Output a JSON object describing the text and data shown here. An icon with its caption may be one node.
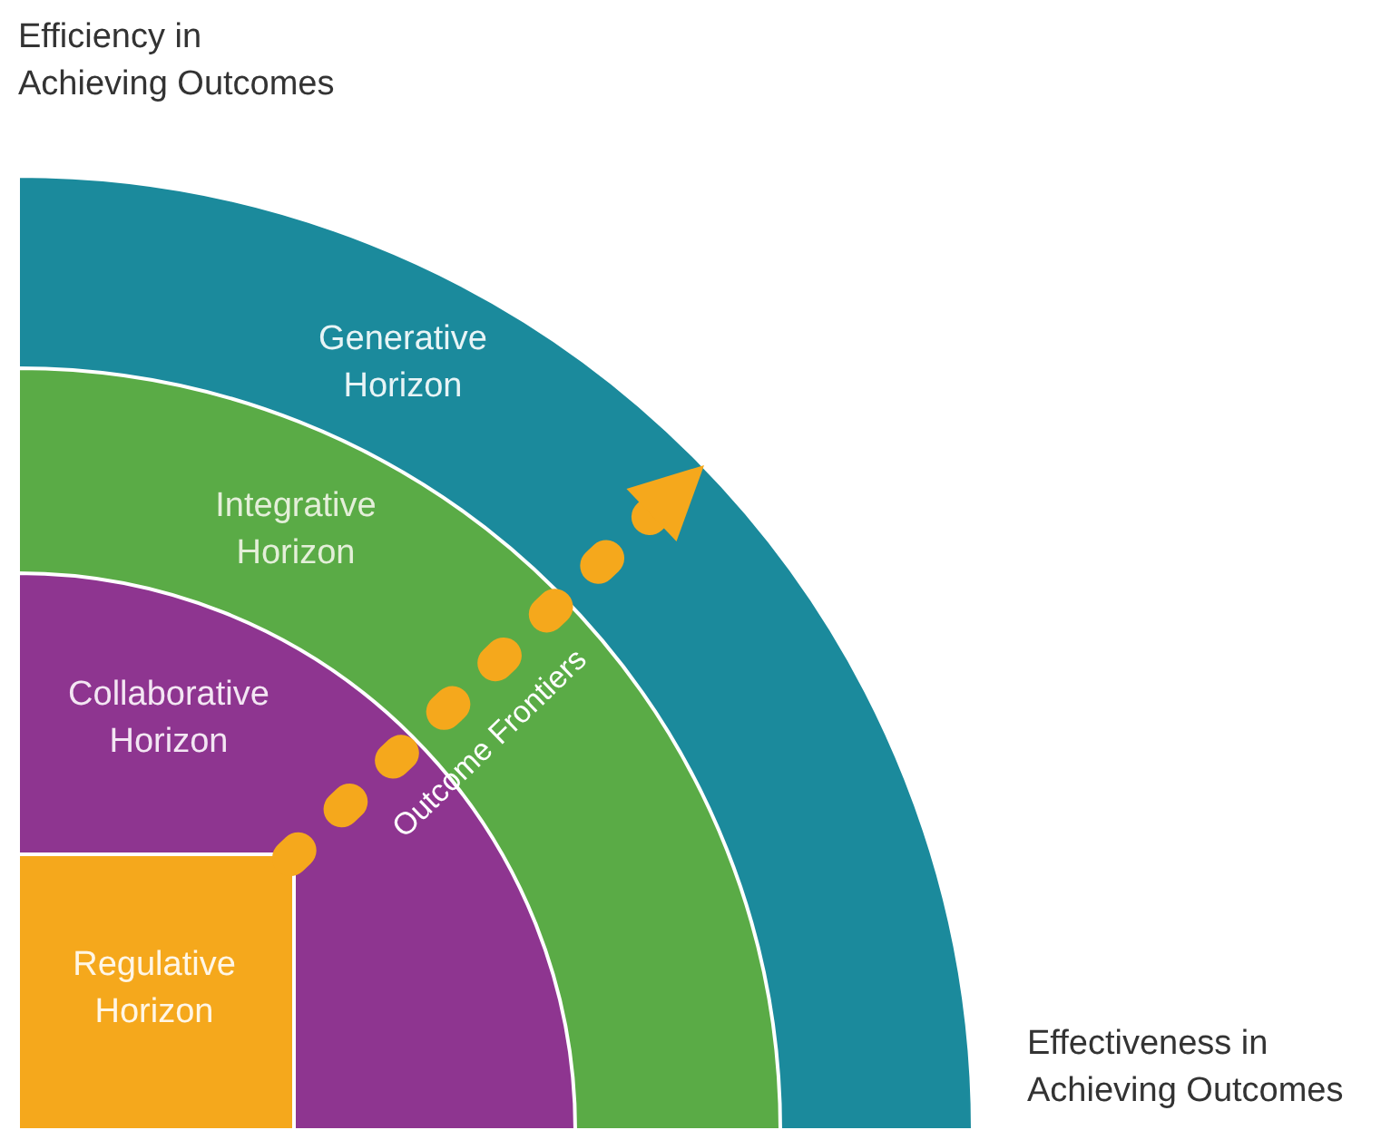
{
  "diagram": {
    "nodes": [
      {
        "text": [
          "Generative Horizon"
        ]
      },
      {
        "text": [
          "Integrative Horizon"
        ],
        "in": 0
      },
      {
        "text": [
          "Collaborative Horizon"
        ],
        "in": 1
      },
      {
        "text": [
          "Regulative Horizon"
        ],
        "in": 2
      }
    ],
    "edges": [
      {
        "from": 3,
        "to": 0,
        "arrow": "to",
        "label": "Outcome Frontiers",
        "style": "dashed",
        "color": "#f5a81c"
      }
    ],
    "labels": [
      "Efficiency in Achieving Outcomes",
      "Effectiveness in Achieving Outcomes"
    ]
  }
}
